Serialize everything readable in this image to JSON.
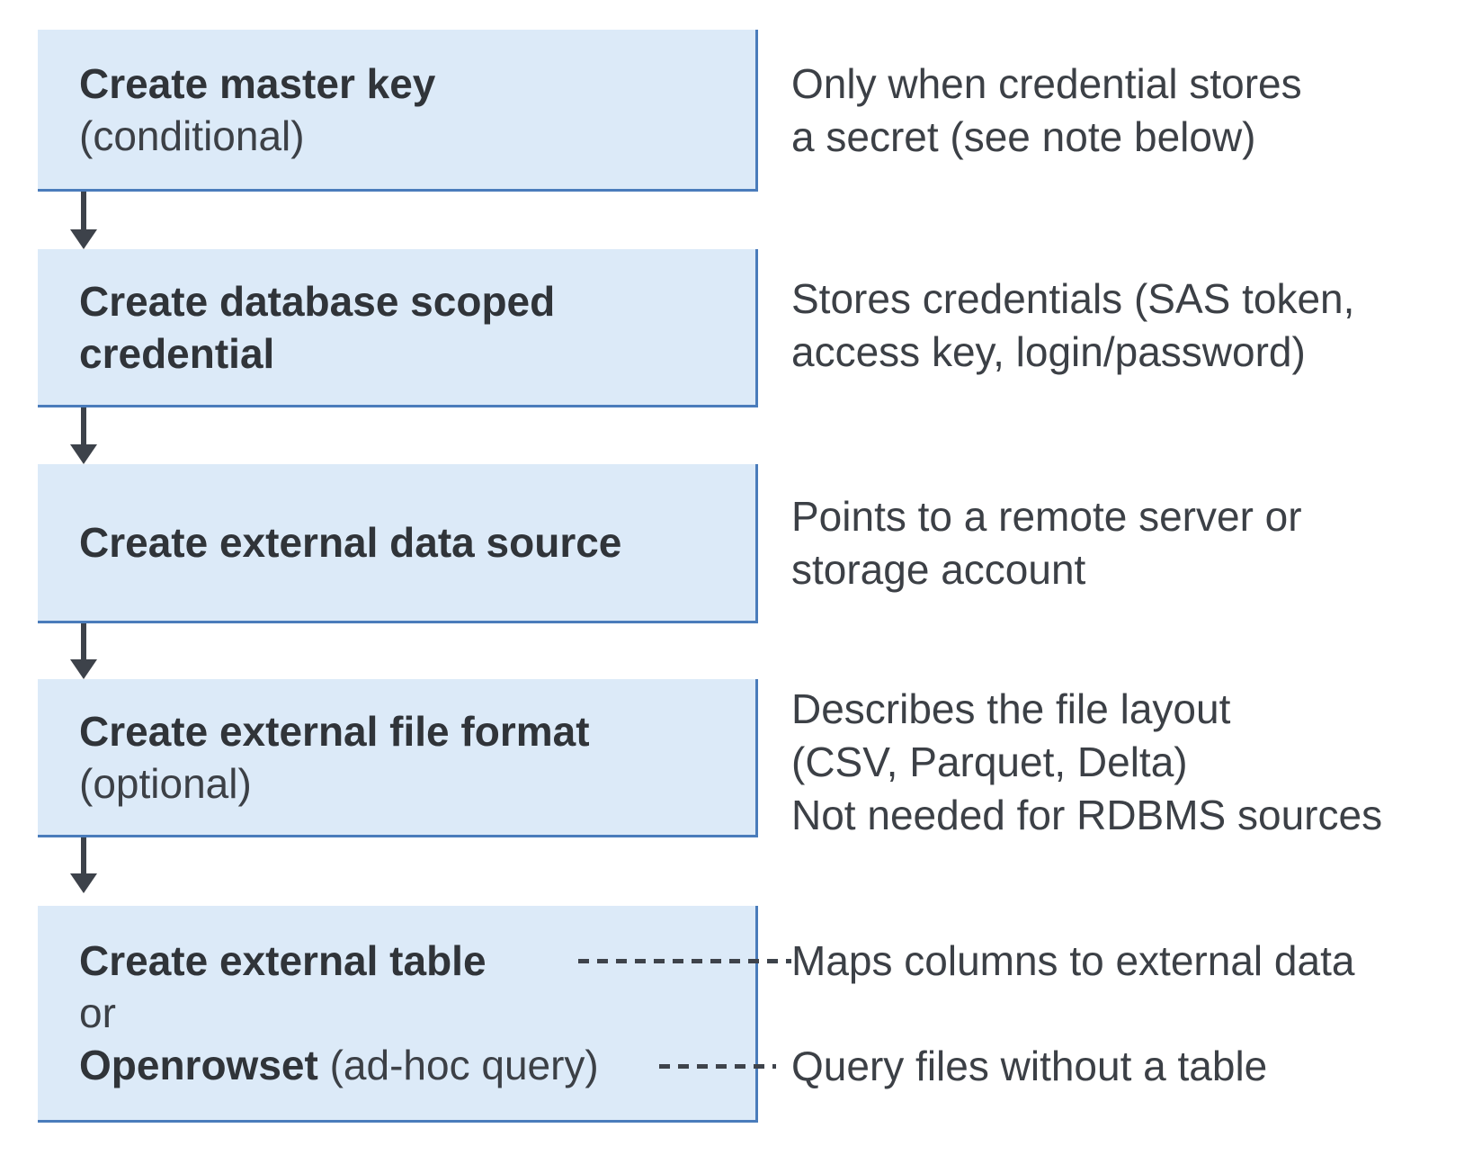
{
  "diagram": {
    "title_semantic": "External data access setup flow",
    "colors": {
      "box_fill": "#dceaf8",
      "box_border": "#4a7cbb",
      "bold_text": "#303439",
      "regular_text": "#3c4046",
      "arrow": "#3d424a"
    },
    "boxes": [
      {
        "name": "create-master-key",
        "lines": [
          {
            "text": "Create master key"
          },
          {
            "text": "(conditional)"
          }
        ],
        "annotation": {
          "lines": [
            "Only when credential stores",
            "a secret (see note below)"
          ]
        }
      },
      {
        "name": "create-database-scoped-credential",
        "lines": [
          {
            "text": "Create database scoped"
          },
          {
            "text": "credential"
          }
        ],
        "annotation": {
          "lines": [
            "Stores credentials (SAS token,",
            "access key, login/password)"
          ]
        }
      },
      {
        "name": "create-external-data-source",
        "lines": [
          {
            "text": "Create external data source"
          }
        ],
        "annotation": {
          "lines": [
            "Points to a remote server or",
            "storage account"
          ]
        }
      },
      {
        "name": "create-external-file-format",
        "lines": [
          {
            "text": "Create external file format"
          },
          {
            "text": "(optional)"
          }
        ],
        "annotation": {
          "lines": [
            "Describes the file layout",
            "(CSV, Parquet, Delta)",
            "Not needed for RDBMS sources"
          ]
        }
      },
      {
        "name": "create-external-table-or-openrowset",
        "lines": [
          {
            "text": "Create external table"
          },
          {
            "text": "or"
          },
          {
            "bold_text": "Openrowset",
            "suffix": " (ad-hoc query)"
          }
        ],
        "annotations": {
          "external_table_note": "Maps columns to external data",
          "openrowset_note": "Query files without a table"
        }
      }
    ]
  }
}
